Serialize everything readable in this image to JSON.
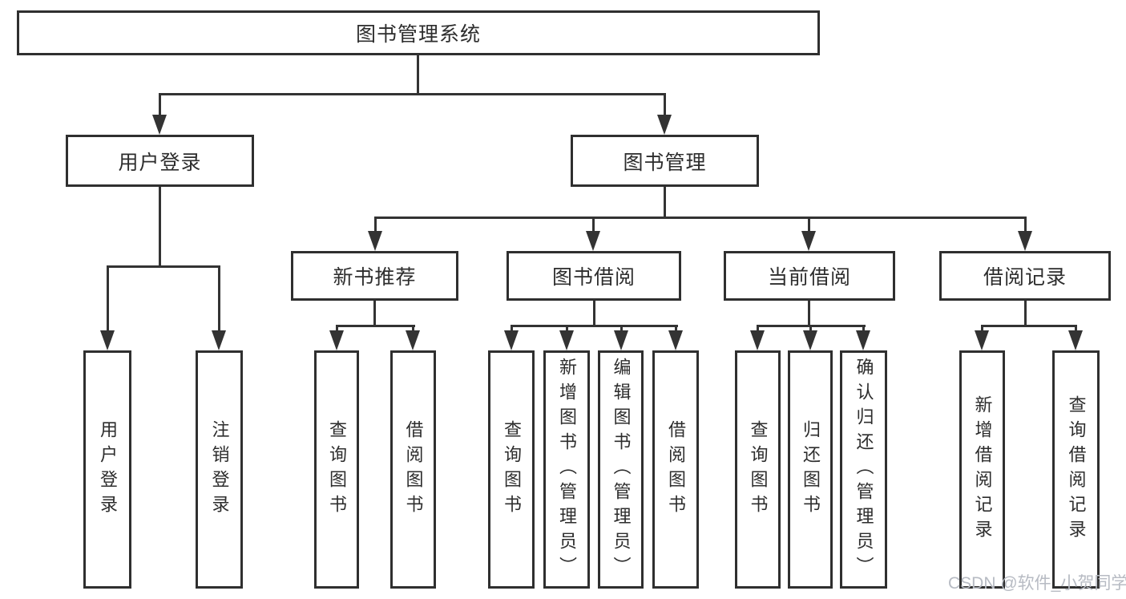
{
  "root": {
    "label": "图书管理系统"
  },
  "branches": [
    {
      "label": "用户登录",
      "children": [
        {
          "label": "用户登录"
        },
        {
          "label": "注销登录"
        }
      ]
    },
    {
      "label": "图书管理",
      "subgroups": [
        {
          "label": "新书推荐",
          "children": [
            {
              "label": "查询图书"
            },
            {
              "label": "借阅图书"
            }
          ]
        },
        {
          "label": "图书借阅",
          "children": [
            {
              "label": "查询图书"
            },
            {
              "label": "新增图书（管理员）"
            },
            {
              "label": "编辑图书（管理员）"
            },
            {
              "label": "借阅图书"
            }
          ]
        },
        {
          "label": "当前借阅",
          "children": [
            {
              "label": "查询图书"
            },
            {
              "label": "归还图书"
            },
            {
              "label": "确认归还（管理员）"
            }
          ]
        },
        {
          "label": "借阅记录",
          "children": [
            {
              "label": "新增借阅记录"
            },
            {
              "label": "查询借阅记录"
            }
          ]
        }
      ]
    }
  ],
  "watermark": {
    "text": "CSDN @软件_小贺同学",
    "color": "#b7bbc3"
  },
  "colors": {
    "line": "#333333",
    "border": "#2f2f2f",
    "text": "#2d2d2d",
    "background": "#ffffff"
  }
}
